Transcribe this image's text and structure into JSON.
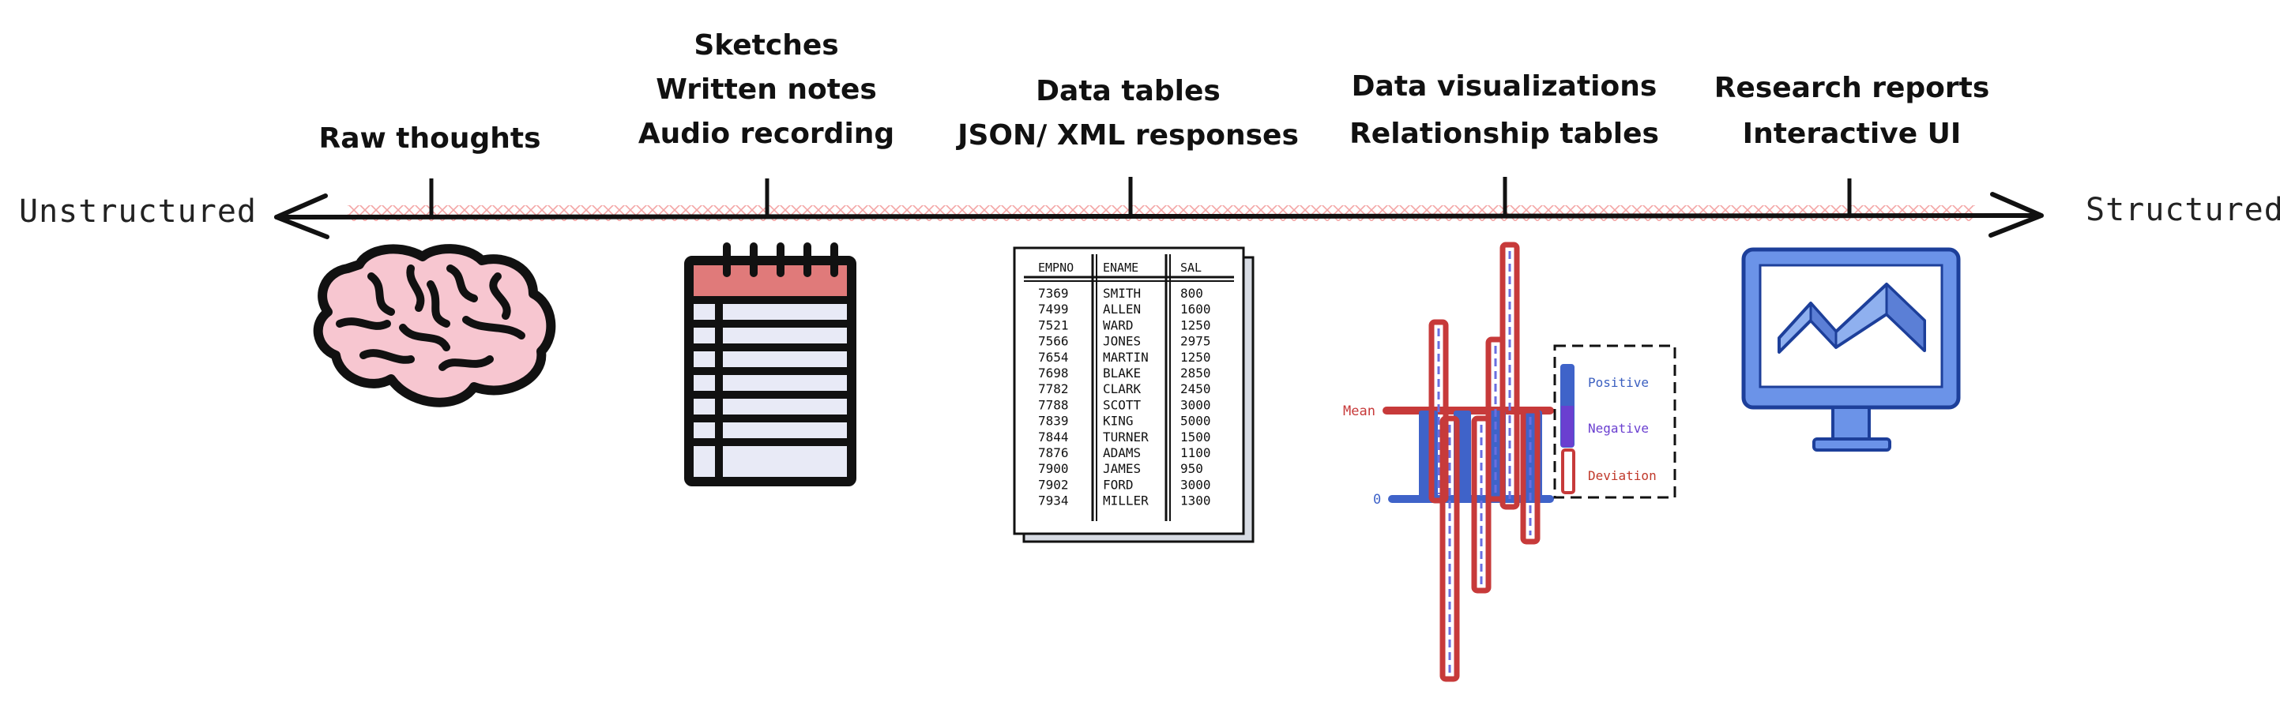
{
  "axis": {
    "left_label": "Unstructured",
    "right_label": "Structured"
  },
  "stages": [
    {
      "lines": [
        "Raw thoughts"
      ],
      "icon": "brain-icon"
    },
    {
      "lines": [
        "Sketches",
        "Written notes",
        "Audio recording"
      ],
      "icon": "notepad-icon"
    },
    {
      "lines": [
        "Data tables",
        "JSON/ XML responses"
      ],
      "icon": "data-table-icon"
    },
    {
      "lines": [
        "Data visualizations",
        "Relationship tables"
      ],
      "icon": "deviation-chart-icon"
    },
    {
      "lines": [
        "Research reports",
        "Interactive UI"
      ],
      "icon": "monitor-chart-icon"
    }
  ],
  "table": {
    "headers": [
      "EMPNO",
      "ENAME",
      "SAL"
    ],
    "rows": [
      [
        "7369",
        "SMITH",
        "800"
      ],
      [
        "7499",
        "ALLEN",
        "1600"
      ],
      [
        "7521",
        "WARD",
        "1250"
      ],
      [
        "7566",
        "JONES",
        "2975"
      ],
      [
        "7654",
        "MARTIN",
        "1250"
      ],
      [
        "7698",
        "BLAKE",
        "2850"
      ],
      [
        "7782",
        "CLARK",
        "2450"
      ],
      [
        "7788",
        "SCOTT",
        "3000"
      ],
      [
        "7839",
        "KING",
        "5000"
      ],
      [
        "7844",
        "TURNER",
        "1500"
      ],
      [
        "7876",
        "ADAMS",
        "1100"
      ],
      [
        "7900",
        "JAMES",
        "950"
      ],
      [
        "7902",
        "FORD",
        "3000"
      ],
      [
        "7934",
        "MILLER",
        "1300"
      ]
    ]
  },
  "deviation_chart": {
    "mean_label": "Mean",
    "zero_label": "0",
    "legend": [
      {
        "label": "Positive",
        "color": "#3b5fc0"
      },
      {
        "label": "Negative",
        "color": "#6a3fd0"
      },
      {
        "label": "Deviation",
        "color": "#c0392b"
      }
    ]
  },
  "colors": {
    "brain_fill": "#f7c6d0",
    "notepad_header": "#e07a7a",
    "notepad_rows": "#e8eaf6",
    "monitor_fill": "#6b93e8",
    "deviation_red": "#c73a3a",
    "bar_blue": "#3f63c9",
    "axis_pattern": "#f3a5a5"
  }
}
